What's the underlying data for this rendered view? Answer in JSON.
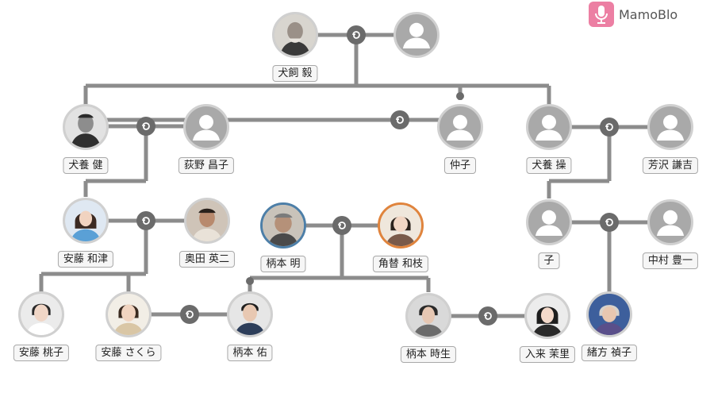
{
  "brand": {
    "name": "MamoBlo"
  },
  "people": {
    "inukai_tsuyoshi": "犬飼 毅",
    "inukai_ken": "犬養 健",
    "ogino_masako": "荻野 昌子",
    "nakako": "仲子",
    "inukai_misao": "犬養 操",
    "yoshizawa_kenkichi": "芳沢 謙吉",
    "ando_kazu": "安藤 和津",
    "okuda_eiji": "奥田 英二",
    "tsukamoto_akira": "柄本 明",
    "kakukae_kazue": "角替 和枝",
    "ko": "子",
    "nakamura_toyoichi": "中村 豊一",
    "ando_momoko": "安藤 桃子",
    "ando_sakura": "安藤 さくら",
    "tsukamoto_tasuku": "柄本 佑",
    "tsukamoto_tokio": "柄本 時生",
    "iriki_mari": "入来 茉里",
    "ogata_sadako": "緒方 禎子"
  },
  "colors": {
    "line": "#8c8c8c",
    "knot": "#6b6b6b",
    "placeholder": "#a9a9a9",
    "brand": "#ec7fa3"
  }
}
